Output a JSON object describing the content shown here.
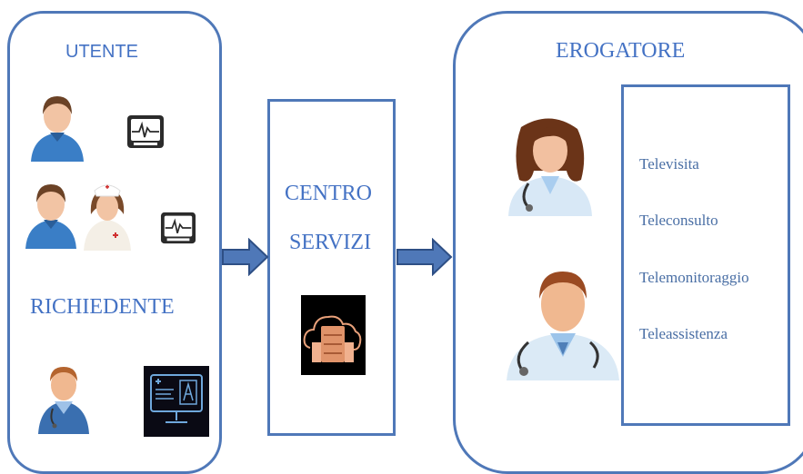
{
  "left_panel": {
    "utente_label": "UTENTE",
    "richiedente_label": "RICHIEDENTE"
  },
  "center_panel": {
    "line1": "CENTRO",
    "line2": "SERVIZI"
  },
  "right_panel": {
    "erogatore_label": "EROGATORE",
    "services": [
      "Televisita",
      "Teleconsulto",
      "Telemonitoraggio",
      "Teleassistenza"
    ]
  },
  "colors": {
    "border": "#4f78b8",
    "label_blue": "#4472c4",
    "arrow_fill": "#4f78b8",
    "arrow_stroke": "#2e4f85"
  }
}
